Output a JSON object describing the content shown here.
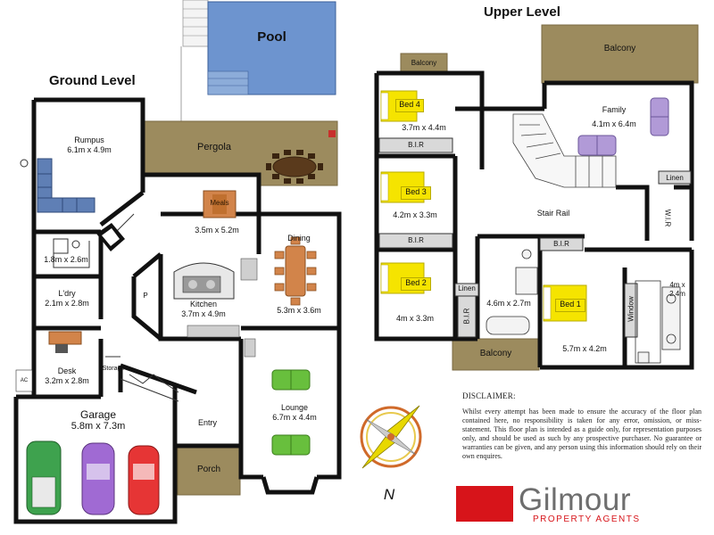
{
  "ground_level": {
    "title": "Ground Level",
    "rooms": {
      "pool": {
        "name": "Pool"
      },
      "rumpus": {
        "name": "Rumpus",
        "dims": "6.1m x 4.9m"
      },
      "pergola": {
        "name": "Pergola"
      },
      "meals": {
        "name": "Meals",
        "dims": "3.5m x 5.2m"
      },
      "dining": {
        "name": "Dining",
        "dims": "5.3m x 3.6m"
      },
      "bath": {
        "dims": "1.8m x 2.6m"
      },
      "laundry": {
        "name": "L'dry",
        "dims": "2.1m x 2.8m"
      },
      "kitchen": {
        "name": "Kitchen",
        "dims": "3.7m x 4.9m"
      },
      "pantry": {
        "name": "P"
      },
      "desk": {
        "name": "Desk",
        "dims": "3.2m x 2.8m"
      },
      "storage": {
        "name": "Storage"
      },
      "garage": {
        "name": "Garage",
        "dims": "5.8m x 7.3m"
      },
      "lounge": {
        "name": "Lounge",
        "dims": "6.7m x 4.4m"
      },
      "entry": {
        "name": "Entry"
      },
      "porch": {
        "name": "Porch"
      },
      "ac": {
        "name": "AC"
      }
    }
  },
  "upper_level": {
    "title": "Upper Level",
    "rooms": {
      "balcony_top": {
        "name": "Balcony"
      },
      "balcony_small": {
        "name": "Balcony"
      },
      "bed4": {
        "name": "Bed 4",
        "dims": "3.7m x 4.4m"
      },
      "bir1": {
        "name": "B.I.R"
      },
      "bed3": {
        "name": "Bed 3",
        "dims": "4.2m x 3.3m"
      },
      "bir2": {
        "name": "B.I.R"
      },
      "bed2": {
        "name": "Bed 2",
        "dims": "4m x 3.3m"
      },
      "linen1": {
        "name": "Linen"
      },
      "bir3": {
        "name": "B.I.R"
      },
      "bath": {
        "dims": "4.6m x 2.7m"
      },
      "bir4": {
        "name": "B.I.R"
      },
      "family": {
        "name": "Family",
        "dims": "4.1m x 6.4m"
      },
      "linen2": {
        "name": "Linen"
      },
      "wir": {
        "name": "W.I.R"
      },
      "stair_rail": {
        "name": "Stair Rail"
      },
      "bed1": {
        "name": "Bed 1",
        "dims": "5.7m x 4.2m"
      },
      "window": {
        "name": "Window"
      },
      "ensuite": {
        "dims": "4m x 2.4m"
      },
      "balcony_bottom": {
        "name": "Balcony"
      }
    }
  },
  "compass": {
    "label": "N"
  },
  "disclaimer": {
    "title": "DISCLAIMER:",
    "text": "Whilst every attempt has been made to ensure the accuracy of the floor plan contained here, no responsibility is taken for any error, omission, or miss-statement. This floor plan is intended as a guide only, for representation purposes only, and should be used as such by any prospective purchaser. No guarantee or warranties can be given, and any person using this information should rely on their own enquires."
  },
  "brand": {
    "name": "Gilmour",
    "subtitle": "PROPERTY AGENTS",
    "accent": "#d7141a"
  },
  "colors": {
    "pool": "#6d94cf",
    "pergola": "#9c8b5e",
    "wall": "#111111",
    "sofa_blue": "#5f7fb5",
    "sofa_purple": "#b19ad7",
    "chair_green": "#68bf3d",
    "table_orange": "#d2844a",
    "bed_yellow": "#f5e400"
  }
}
